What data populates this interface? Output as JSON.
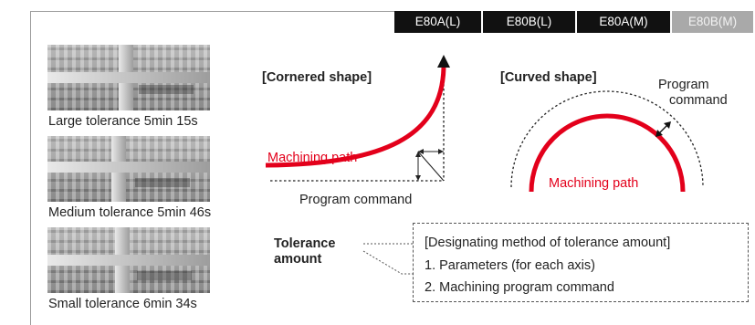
{
  "tabs": [
    {
      "label": "E80A(L)",
      "style": "dark"
    },
    {
      "label": "E80B(L)",
      "style": "dark"
    },
    {
      "label": "E80A(M)",
      "style": "dark"
    },
    {
      "label": "E80B(M)",
      "style": "light"
    }
  ],
  "samples": [
    {
      "caption": "Large tolerance 5min 15s"
    },
    {
      "caption": "Medium tolerance 5min 46s"
    },
    {
      "caption": "Small tolerance 6min 34s"
    }
  ],
  "cornered": {
    "title": "[Cornered shape]",
    "path_label": "Machining path",
    "command_label": "Program command"
  },
  "curved": {
    "title": "[Curved shape]",
    "command_label_line1": "Program",
    "command_label_line2": "command",
    "path_label": "Machining path"
  },
  "tolerance": {
    "label_line1": "Tolerance",
    "label_line2": "amount"
  },
  "method_box": {
    "heading": "[Designating method of tolerance amount]",
    "items": [
      "1. Parameters (for each axis)",
      "2. Machining program command"
    ]
  },
  "colors": {
    "accent_red": "#e3001b",
    "tab_dark": "#111111",
    "tab_inactive": "#a9a9a9"
  }
}
